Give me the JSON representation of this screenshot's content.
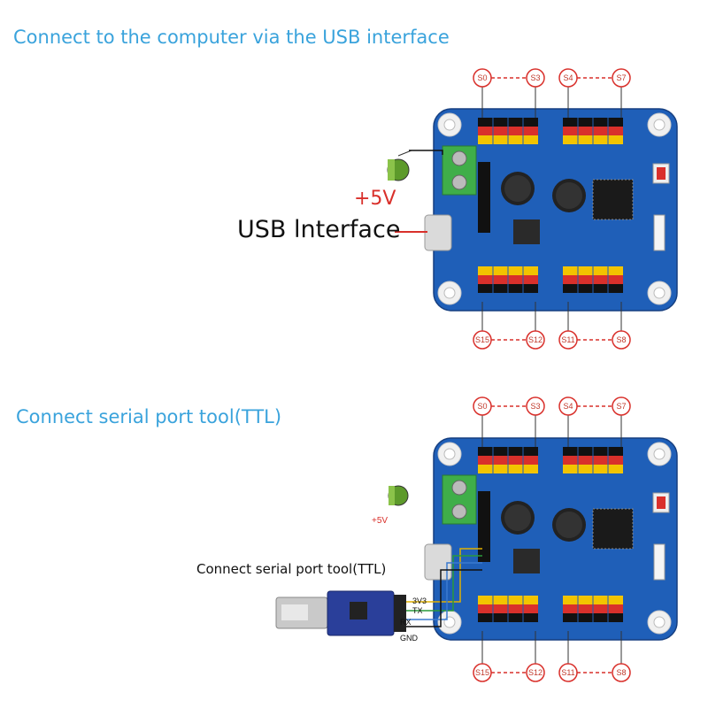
{
  "headings": {
    "usb": "Connect to the computer via the USB interface",
    "ttl": "Connect serial port tool(TTL)"
  },
  "labels": {
    "usb_interface": "USB lnterface",
    "plus5v_large": "+5V",
    "plus5v_small": "+5V",
    "serial_tool": "Connect serial port tool(TTL)",
    "minus": "-",
    "pins": [
      "3V3",
      "TX",
      "RX",
      "GND"
    ]
  },
  "servo_labels": {
    "top": [
      "S0",
      "S3",
      "S4",
      "S7"
    ],
    "bottom": [
      "S15",
      "S12",
      "S11",
      "S8"
    ]
  },
  "colors": {
    "heading": "#3aa3dc",
    "board": "#1f5fb8",
    "header_red": "#d9302b",
    "header_yellow": "#f2c400",
    "terminal_green": "#3fae49",
    "label_red": "#d9302b"
  }
}
